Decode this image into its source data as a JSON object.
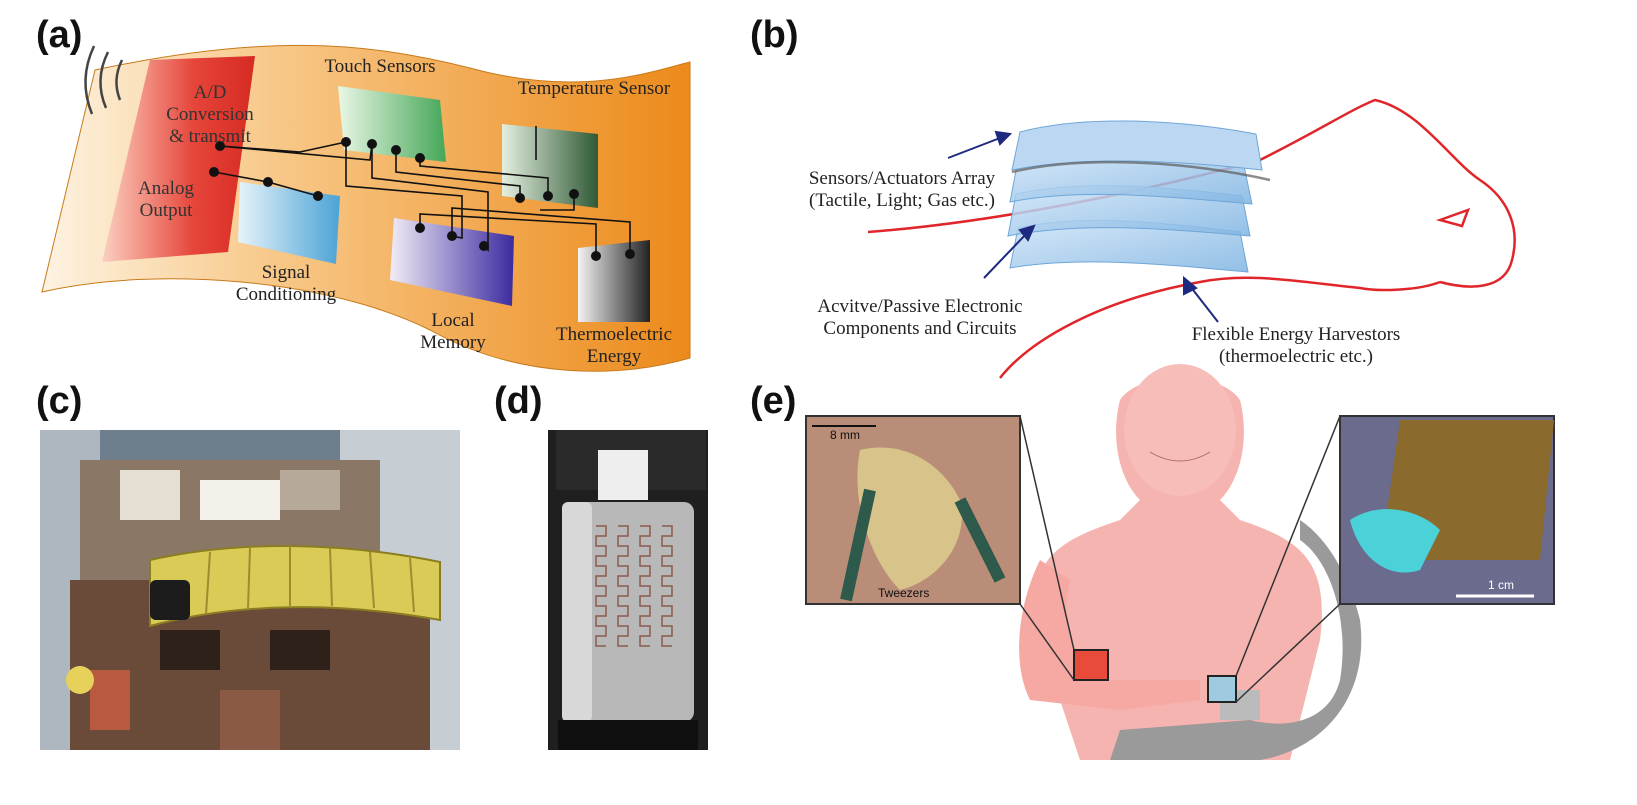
{
  "panels": {
    "a": {
      "letter": "(a)",
      "labels": {
        "ad_line1": "A/D",
        "ad_line2": "Conversion",
        "ad_line3": "& transmit",
        "analog_line1": "Analog",
        "analog_line2": "Output",
        "touch": "Touch Sensors",
        "temperature": "Temperature Sensor",
        "signal_line1": "Signal",
        "signal_line2": "Conditioning",
        "memory_line1": "Local",
        "memory_line2": "Memory",
        "thermo_line1": "Thermoelectric",
        "thermo_line2": "Energy"
      },
      "colors": {
        "substrate_end": "#ec8a1a",
        "substrate_start": "#fbe8c8",
        "ad_block": "#e2382c"
      }
    },
    "b": {
      "letter": "(b)",
      "labels": {
        "sensors_line1": "Sensors/Actuators Array",
        "sensors_line2": "(Tactile, Light; Gas etc.)",
        "active_line1": "Acvitve/Passive Electronic",
        "active_line2": "Components and Circuits",
        "harvest_line1": "Flexible Energy Harvestors",
        "harvest_line2": "(thermoelectric etc.)"
      },
      "colors": {
        "arm_outline": "#e0262b",
        "layer": "#9cc7ee",
        "arrow": "#1d2a80"
      }
    },
    "c": {
      "letter": "(c)"
    },
    "d": {
      "letter": "(d)"
    },
    "e": {
      "letter": "(e)",
      "labels": {
        "scale_left": "8 mm",
        "tweezers": "Tweezers",
        "scale_right": "1 cm"
      },
      "colors": {
        "body": "#f6b4b0",
        "prosthetic": "#9a9a9a"
      }
    }
  }
}
